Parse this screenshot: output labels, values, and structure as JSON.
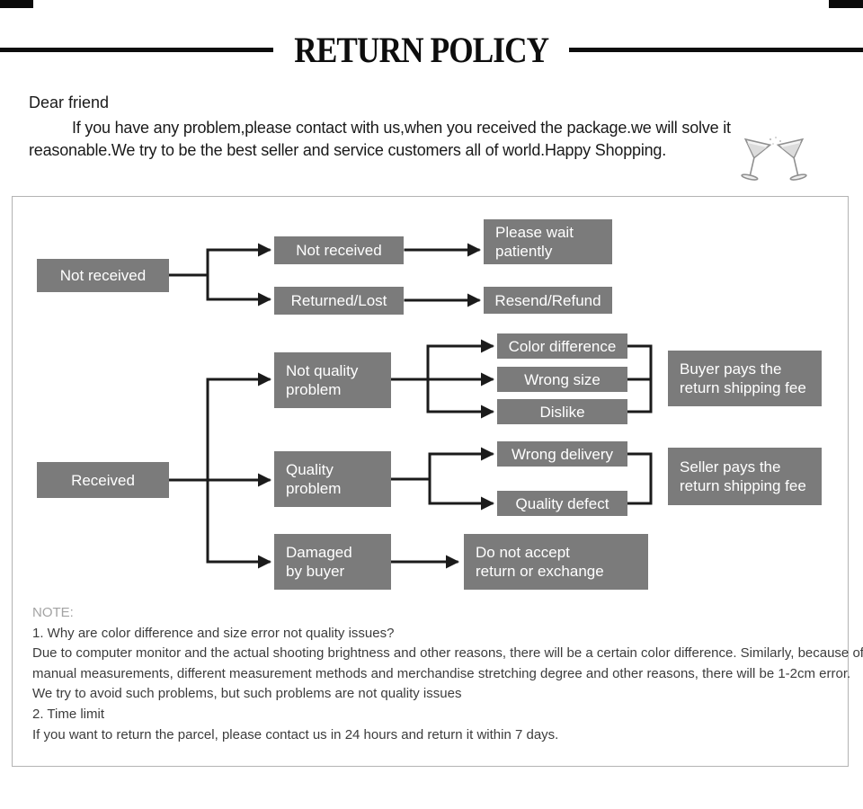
{
  "title": "RETURN POLICY",
  "intro": {
    "greeting": "Dear friend",
    "body": "If you have any problem,please contact with us,when you received the package.we will solve it\nreasonable.We try to be the best seller and service customers all of world.Happy Shopping.",
    "icon": "clinking-cocktail-glasses"
  },
  "flowchart": {
    "box_color": "#7b7b7b",
    "box_text_color": "#ffffff",
    "line_color": "#1b1b1b",
    "nodes": {
      "not_received_root": "Not received",
      "not_received": "Not received",
      "returned_lost": "Returned/Lost",
      "please_wait": "Please wait\npatiently",
      "resend_refund": "Resend/Refund",
      "not_quality_problem": "Not quality\nproblem",
      "color_difference": "Color difference",
      "wrong_size": "Wrong size",
      "dislike": "Dislike",
      "buyer_pays": "Buyer pays the\nreturn shipping fee",
      "received": "Received",
      "quality_problem": "Quality\nproblem",
      "wrong_delivery": "Wrong delivery",
      "quality_defect": "Quality defect",
      "seller_pays": "Seller pays the\nreturn shipping fee",
      "damaged_by_buyer": "Damaged\nby buyer",
      "do_not_accept": "Do not accept\nreturn or exchange"
    },
    "edges": [
      [
        "not_received_root",
        "not_received"
      ],
      [
        "not_received_root",
        "returned_lost"
      ],
      [
        "not_received",
        "please_wait"
      ],
      [
        "returned_lost",
        "resend_refund"
      ],
      [
        "received",
        "not_quality_problem"
      ],
      [
        "received",
        "quality_problem"
      ],
      [
        "received",
        "damaged_by_buyer"
      ],
      [
        "not_quality_problem",
        "color_difference"
      ],
      [
        "not_quality_problem",
        "wrong_size"
      ],
      [
        "not_quality_problem",
        "dislike"
      ],
      [
        "color_difference",
        "buyer_pays"
      ],
      [
        "wrong_size",
        "buyer_pays"
      ],
      [
        "dislike",
        "buyer_pays"
      ],
      [
        "quality_problem",
        "wrong_delivery"
      ],
      [
        "quality_problem",
        "quality_defect"
      ],
      [
        "wrong_delivery",
        "seller_pays"
      ],
      [
        "quality_defect",
        "seller_pays"
      ],
      [
        "damaged_by_buyer",
        "do_not_accept"
      ]
    ]
  },
  "note": {
    "heading": "NOTE:",
    "lines": [
      "1. Why are color difference and size error not quality issues?",
      "Due to computer monitor and the actual shooting brightness and other reasons, there will be a certain color difference. Similarly, because of",
      "manual measurements, different measurement methods and merchandise stretching degree and other reasons, there will be 1-2cm error.",
      "We try to avoid such problems, but such problems are not quality issues",
      "2. Time limit",
      "If you want to return the parcel, please contact us in 24 hours and return it within 7 days."
    ]
  }
}
